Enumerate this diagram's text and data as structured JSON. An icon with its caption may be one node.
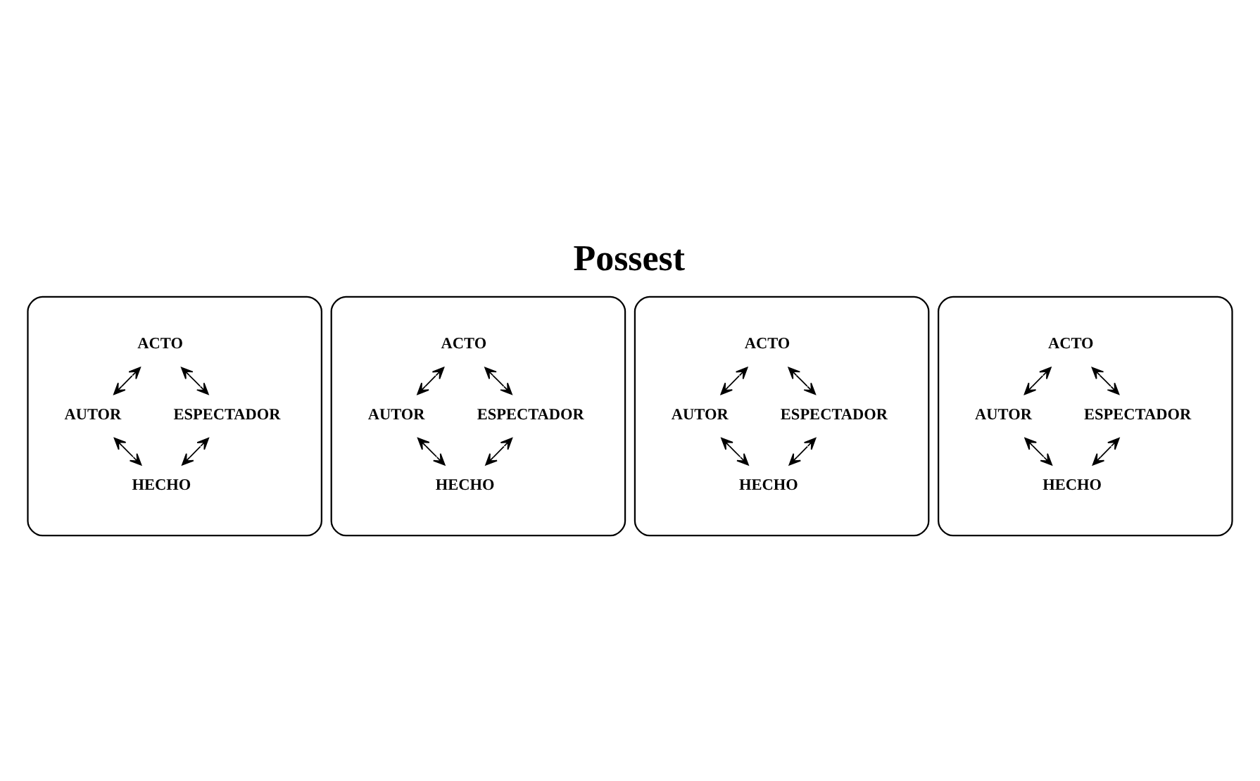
{
  "diagram": {
    "title": "Possest",
    "nodes": [
      {
        "text": [],
        "shape": "ellipse"
      },
      {
        "text": [
          "ACTO"
        ],
        "in": 0
      },
      {
        "text": [
          "AUTOR"
        ],
        "in": 0
      },
      {
        "text": [
          "ESPECTADOR"
        ],
        "in": 0
      },
      {
        "text": [
          "HECHO"
        ],
        "in": 0
      },
      {
        "text": [],
        "shape": "ellipse"
      },
      {
        "text": [
          "ACTO"
        ],
        "in": 5
      },
      {
        "text": [
          "AUTOR"
        ],
        "in": 5
      },
      {
        "text": [
          "ESPECTADOR"
        ],
        "in": 5
      },
      {
        "text": [
          "HECHO"
        ],
        "in": 5
      },
      {
        "text": [],
        "shape": "ellipse"
      },
      {
        "text": [
          "ACTO"
        ],
        "in": 10
      },
      {
        "text": [
          "AUTOR"
        ],
        "in": 10
      },
      {
        "text": [
          "ESPECTADOR"
        ],
        "in": 10
      },
      {
        "text": [
          "HECHO"
        ],
        "in": 10
      },
      {
        "text": [],
        "shape": "ellipse"
      },
      {
        "text": [
          "ACTO"
        ],
        "in": 15
      },
      {
        "text": [
          "AUTOR"
        ],
        "in": 15
      },
      {
        "text": [
          "ESPECTADOR"
        ],
        "in": 15
      },
      {
        "text": [
          "HECHO"
        ],
        "in": 15
      }
    ],
    "edges": [
      {
        "from": 1,
        "to": 2,
        "arrow": "both"
      },
      {
        "from": 1,
        "to": 3,
        "arrow": "both"
      },
      {
        "from": 2,
        "to": 4,
        "arrow": "both"
      },
      {
        "from": 3,
        "to": 4,
        "arrow": "both"
      },
      {
        "from": 6,
        "to": 7,
        "arrow": "both"
      },
      {
        "from": 6,
        "to": 8,
        "arrow": "both"
      },
      {
        "from": 7,
        "to": 9,
        "arrow": "both"
      },
      {
        "from": 8,
        "to": 9,
        "arrow": "both"
      },
      {
        "from": 11,
        "to": 12,
        "arrow": "both"
      },
      {
        "from": 11,
        "to": 13,
        "arrow": "both"
      },
      {
        "from": 12,
        "to": 14,
        "arrow": "both"
      },
      {
        "from": 13,
        "to": 14,
        "arrow": "both"
      },
      {
        "from": 16,
        "to": 17,
        "arrow": "both"
      },
      {
        "from": 16,
        "to": 18,
        "arrow": "both"
      },
      {
        "from": 17,
        "to": 19,
        "arrow": "both"
      },
      {
        "from": 18,
        "to": 19,
        "arrow": "both"
      }
    ]
  }
}
